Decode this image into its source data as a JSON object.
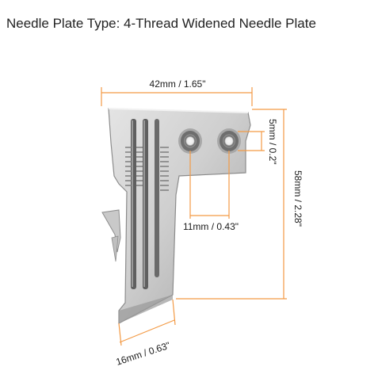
{
  "title": "Needle Plate Type: 4-Thread Widened Needle Plate",
  "dimensions": {
    "width_top": "42mm / 1.65\"",
    "hole_size": "5mm / 0.2\"",
    "height": "58mm  / 2.28\"",
    "hole_spacing": "11mm / 0.43\"",
    "bottom_width": "16mm / 0.63\""
  },
  "colors": {
    "dimension_line": "#f39a45",
    "metal_light": "#dcdcdc",
    "metal_mid": "#b9b9b9",
    "metal_dark": "#7f7f7f",
    "text": "#1a1a1a"
  }
}
